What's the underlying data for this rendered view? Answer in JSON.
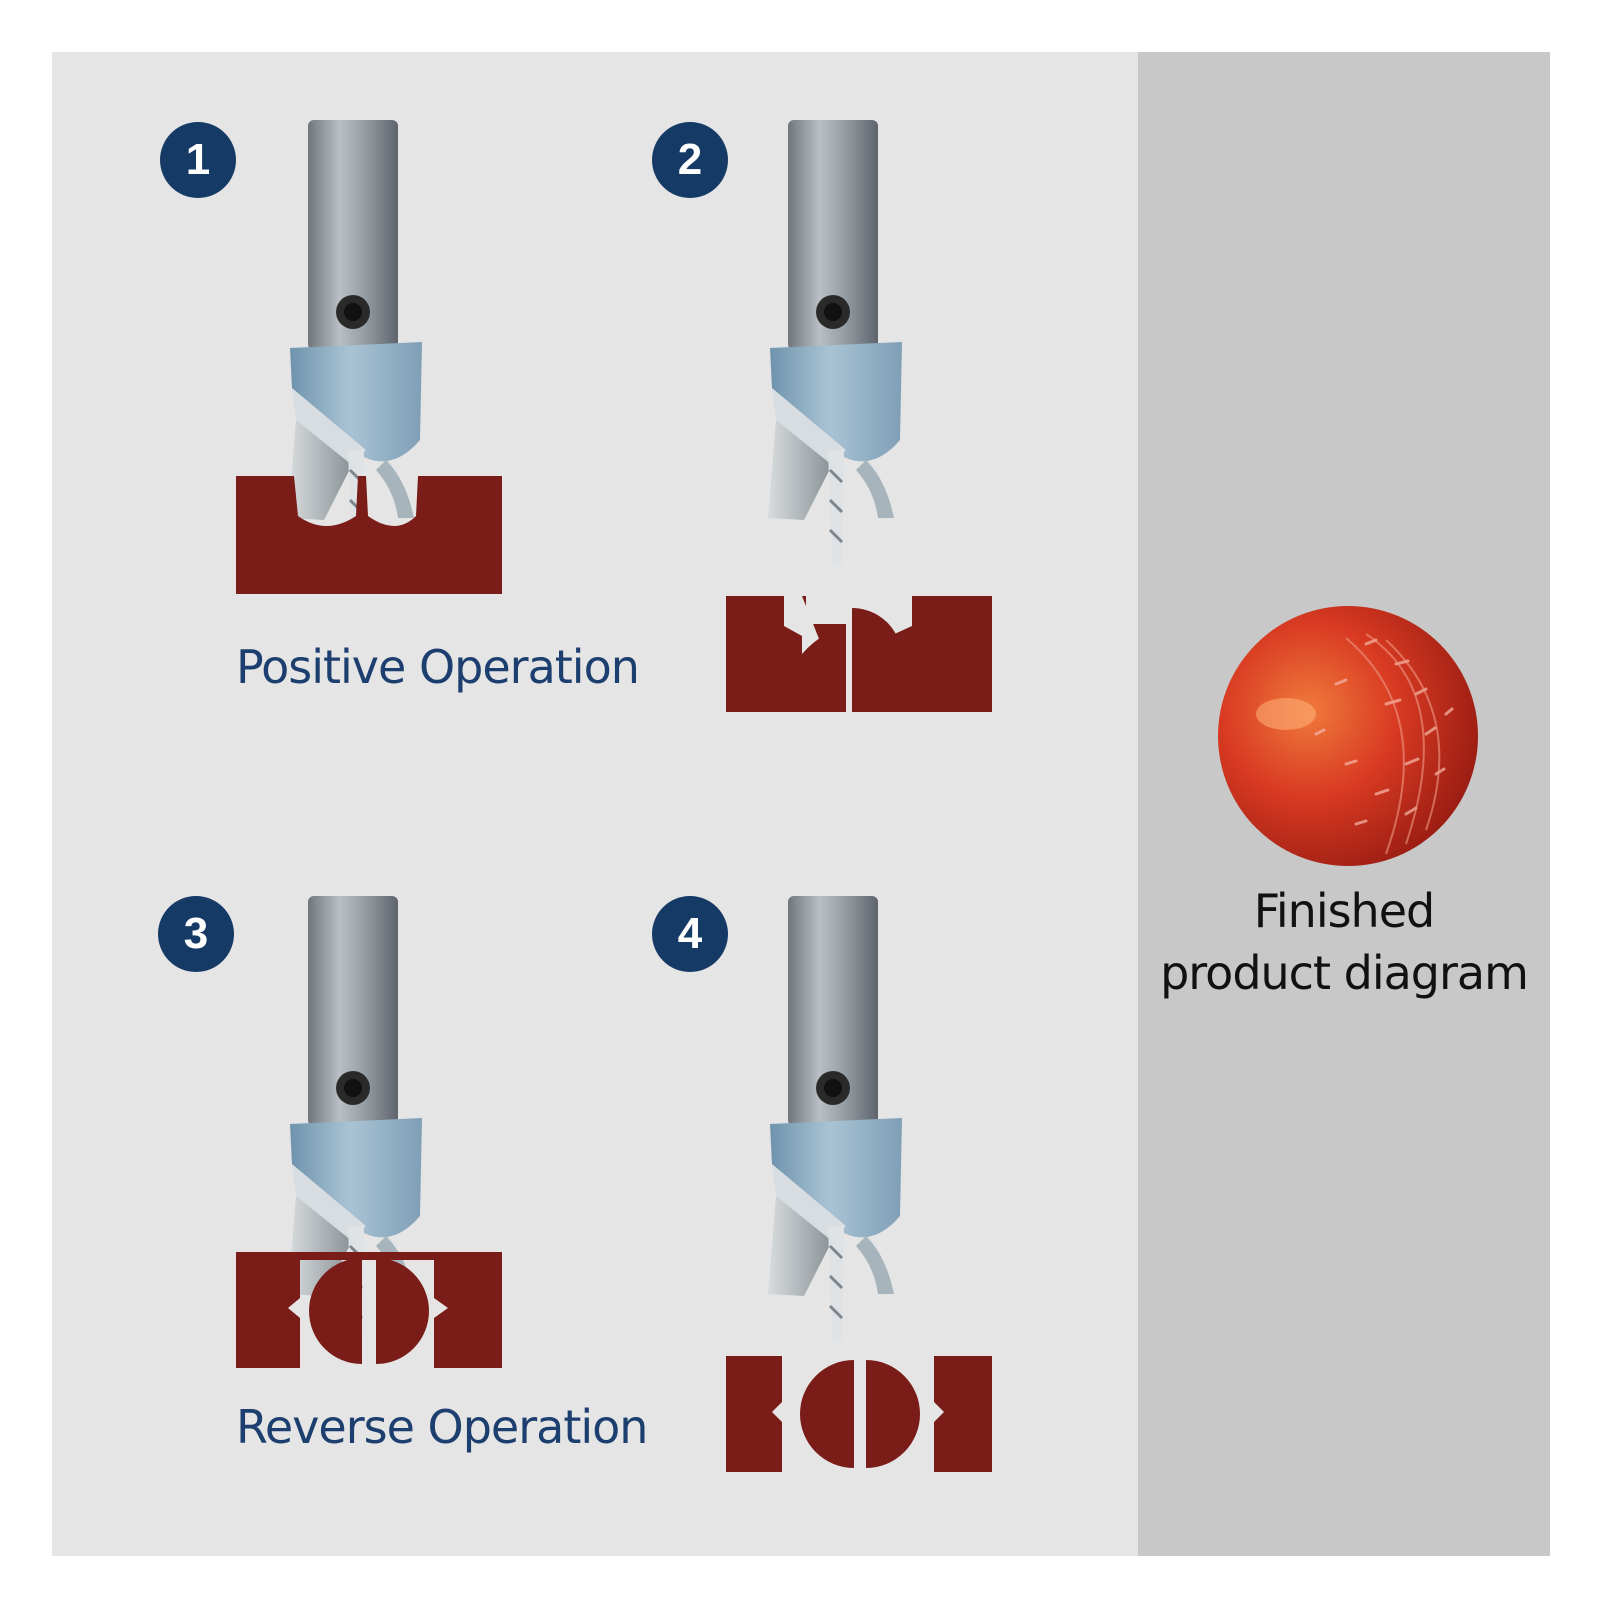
{
  "colors": {
    "badge_blue": "#163a66",
    "label_blue": "#1d3f6f",
    "wood_red": "#7a1c18",
    "steel_shank": "#8e959c",
    "cutter_blue": "#8fb0c6"
  },
  "steps": [
    {
      "number": "1"
    },
    {
      "number": "2"
    },
    {
      "number": "3"
    },
    {
      "number": "4"
    }
  ],
  "labels": {
    "positive": "Positive Operation",
    "reverse": "Reverse Operation"
  },
  "finished": {
    "line1": "Finished",
    "line2": "product diagram"
  },
  "icons": [
    "router-bit-icon",
    "wood-block-icon",
    "wooden-ball-icon"
  ]
}
